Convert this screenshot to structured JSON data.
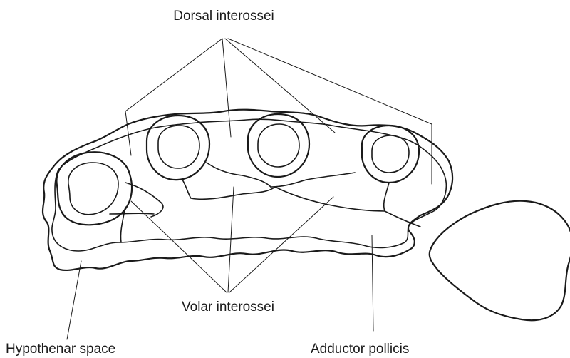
{
  "labels": {
    "dorsal_interossei": "Dorsal interossei",
    "volar_interossei": "Volar interossei",
    "hypothenar_space": "Hypothenar space",
    "adductor_pollicis": "Adductor pollicis"
  }
}
